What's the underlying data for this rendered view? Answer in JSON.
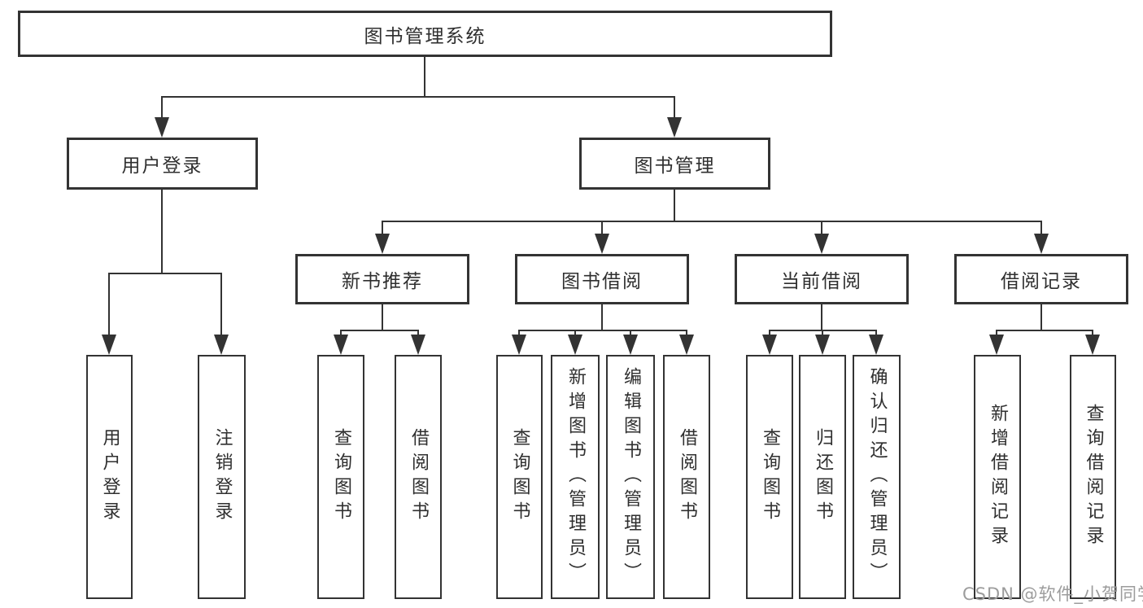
{
  "diagram": {
    "root_label": "图书管理系统",
    "branches": {
      "user_login": {
        "label": "用户登录",
        "children": [
          "用户登录",
          "注销登录"
        ]
      },
      "book_mgmt": {
        "label": "图书管理",
        "sections": {
          "new_books": {
            "label": "新书推荐",
            "children": [
              "查询图书",
              "借阅图书"
            ]
          },
          "borrowing": {
            "label": "图书借阅",
            "children": [
              "查询图书",
              "新增图书（管理员）",
              "编辑图书（管理员）",
              "借阅图书"
            ]
          },
          "current": {
            "label": "当前借阅",
            "children": [
              "查询图书",
              "归还图书",
              "确认归还（管理员）"
            ]
          },
          "records": {
            "label": "借阅记录",
            "children": [
              "新增借阅记录",
              "查询借阅记录"
            ]
          }
        }
      }
    }
  },
  "watermark": {
    "text": "CSDN @软件_小贺同学"
  },
  "colors": {
    "line": "#333333",
    "box_border": "#333333",
    "text": "#2f2f2f",
    "watermark": "#9c9c9c",
    "background": "#ffffff"
  }
}
